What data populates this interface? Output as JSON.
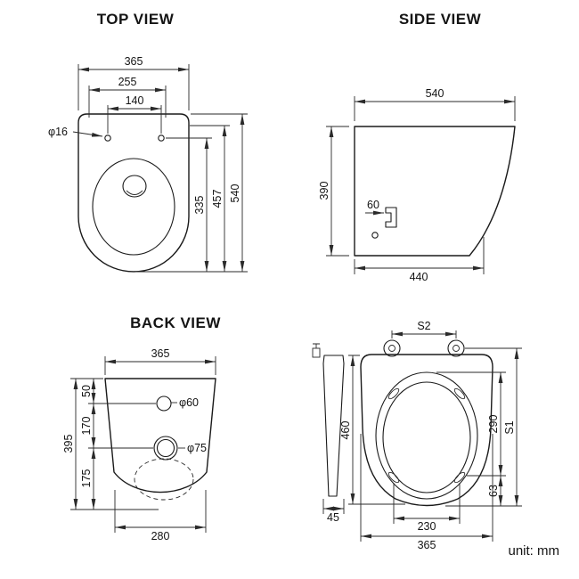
{
  "unit_note": "unit: mm",
  "top_view": {
    "title": "TOP VIEW",
    "dim_width": "365",
    "dim_seat_width": "255",
    "dim_hole_span": "140",
    "dim_hole_dia": "φ16",
    "dim_depth": "540",
    "dim_depth_seat": "457",
    "dim_depth_holes": "335"
  },
  "side_view": {
    "title": "SIDE VIEW",
    "dim_depth": "540",
    "dim_height": "390",
    "dim_bracket": "60",
    "dim_base": "440"
  },
  "back_view": {
    "title": "BACK VIEW",
    "dim_width": "365",
    "dim_top": "50",
    "dim_mid": "170",
    "dim_bottom": "175",
    "dim_height": "395",
    "dim_hole_top": "φ60",
    "dim_hole_center": "φ75",
    "dim_base": "280"
  },
  "seat_view": {
    "dim_hinge": "S2",
    "dim_length": "460",
    "dim_thickness": "45",
    "dim_inner": "290",
    "dim_side": "S1",
    "dim_offset": "63",
    "dim_holes": "230",
    "dim_width": "365"
  }
}
